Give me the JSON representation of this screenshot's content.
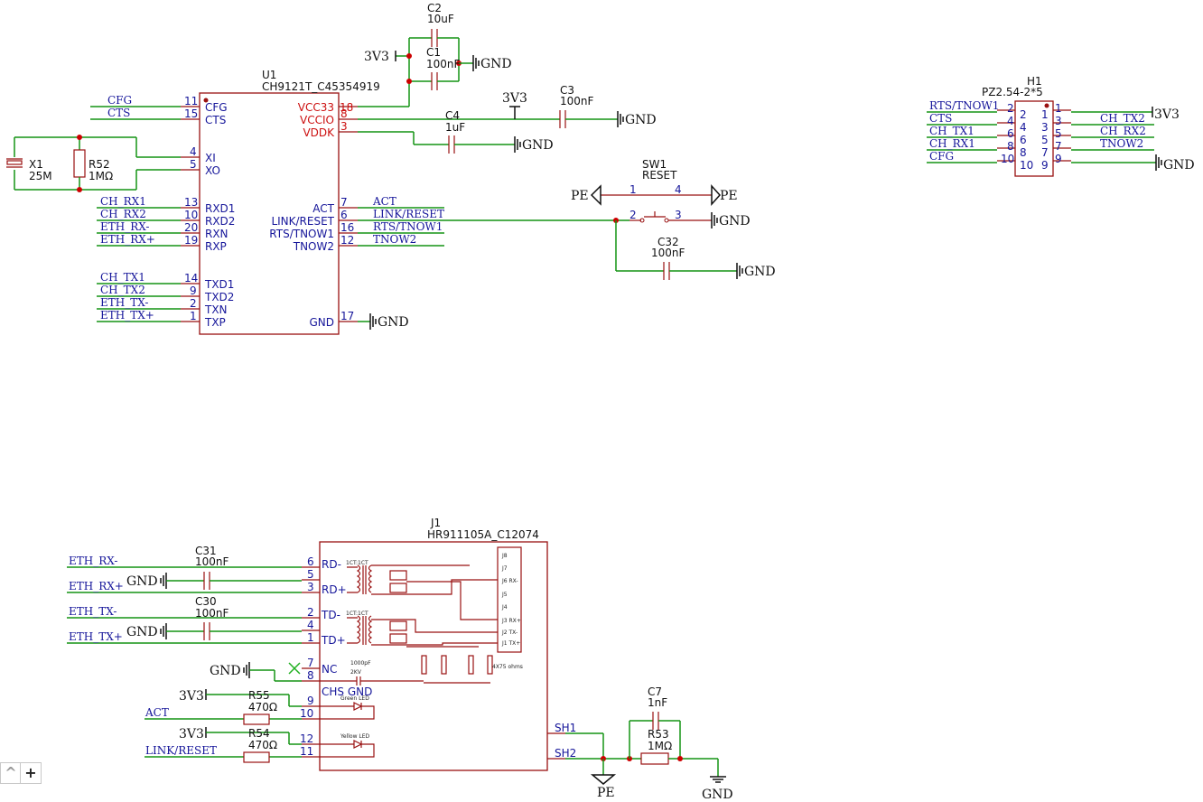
{
  "u1": {
    "ref": "U1",
    "value": "CH9121T_C45354919",
    "left_pins": [
      {
        "name": "CFG",
        "num": "11"
      },
      {
        "name": "CTS",
        "num": "15"
      },
      {
        "name": "XI",
        "num": "4"
      },
      {
        "name": "XO",
        "num": "5"
      },
      {
        "name": "RXD1",
        "num": "13"
      },
      {
        "name": "RXD2",
        "num": "10"
      },
      {
        "name": "RXN",
        "num": "20"
      },
      {
        "name": "RXP",
        "num": "19"
      },
      {
        "name": "TXD1",
        "num": "14"
      },
      {
        "name": "TXD2",
        "num": "9"
      },
      {
        "name": "TXN",
        "num": "2"
      },
      {
        "name": "TXP",
        "num": "1"
      }
    ],
    "right_pins": [
      {
        "name": "VCC33",
        "num": "18"
      },
      {
        "name": "VCCIO",
        "num": "8"
      },
      {
        "name": "VDDK",
        "num": "3"
      },
      {
        "name": "ACT",
        "num": "7"
      },
      {
        "name": "LINK/RESET",
        "num": "6"
      },
      {
        "name": "RTS/TNOW1",
        "num": "16"
      },
      {
        "name": "TNOW2",
        "num": "12"
      },
      {
        "name": "GND",
        "num": "17"
      }
    ],
    "left_nets": [
      "CFG",
      "CTS",
      "CH_RX1",
      "CH_RX2",
      "ETH_RX-",
      "ETH_RX+",
      "CH_TX1",
      "CH_TX2",
      "ETH_TX-",
      "ETH_TX+"
    ],
    "right_nets": [
      "ACT",
      "LINK/RESET",
      "RTS/TNOW1",
      "TNOW2"
    ]
  },
  "components": {
    "c2": {
      "ref": "C2",
      "value": "10uF"
    },
    "c1": {
      "ref": "C1",
      "value": "100nF"
    },
    "c3": {
      "ref": "C3",
      "value": "100nF"
    },
    "c4": {
      "ref": "C4",
      "value": "1uF"
    },
    "x1": {
      "ref": "X1",
      "value": "25M"
    },
    "r52": {
      "ref": "R52",
      "value": "1MΩ"
    },
    "sw1": {
      "ref": "SW1",
      "value": "RESET",
      "pins": [
        "1",
        "4",
        "2",
        "3"
      ]
    },
    "c32": {
      "ref": "C32",
      "value": "100nF"
    },
    "c31": {
      "ref": "C31",
      "value": "100nF"
    },
    "c30": {
      "ref": "C30",
      "value": "100nF"
    },
    "r55": {
      "ref": "R55",
      "value": "470Ω"
    },
    "r54": {
      "ref": "R54",
      "value": "470Ω"
    },
    "c7": {
      "ref": "C7",
      "value": "1nF"
    },
    "r53": {
      "ref": "R53",
      "value": "1MΩ"
    }
  },
  "power": {
    "v3v3": "3V3",
    "gnd": "GND",
    "pe": "PE"
  },
  "h1": {
    "ref": "H1",
    "value": "PZ2.54-2*5",
    "left_pins": [
      "2",
      "4",
      "6",
      "8",
      "10"
    ],
    "right_pins": [
      "1",
      "3",
      "5",
      "7",
      "9"
    ],
    "left_nets": [
      "RTS/TNOW1",
      "CTS",
      "CH_TX1",
      "CH_RX1",
      "CFG"
    ],
    "right_nets": [
      "CH_TX2",
      "CH_RX2",
      "TNOW2"
    ]
  },
  "j1": {
    "ref": "J1",
    "value": "HR911105A_C12074",
    "pin_names": [
      "RD-",
      "RD+",
      "TD-",
      "TD+",
      "NC",
      "CHS GND",
      "SH1",
      "SH2"
    ],
    "left_pins": [
      "6",
      "5",
      "3",
      "2",
      "4",
      "1",
      "7",
      "8",
      "9",
      "10",
      "12",
      "11"
    ],
    "nets": [
      "ETH_RX-",
      "ETH_RX+",
      "ETH_TX-",
      "ETH_TX+",
      "ACT",
      "LINK/RESET"
    ],
    "internal_labels": {
      "transformer": "1CT:1CT",
      "j8": "J8",
      "j7": "J7",
      "j6": "J6 RX-",
      "j5": "J5",
      "j4": "J4",
      "j3": "J3 RX+",
      "j2": "J2 TX-",
      "j1": "J1 TX+",
      "resistors": "4X75 ohms",
      "cap_value": "1000pF",
      "cap_voltage": "2KV",
      "green_led": "Green LED",
      "yellow_led": "Yellow LED"
    }
  },
  "toolbar": {
    "plus_label": "+"
  }
}
